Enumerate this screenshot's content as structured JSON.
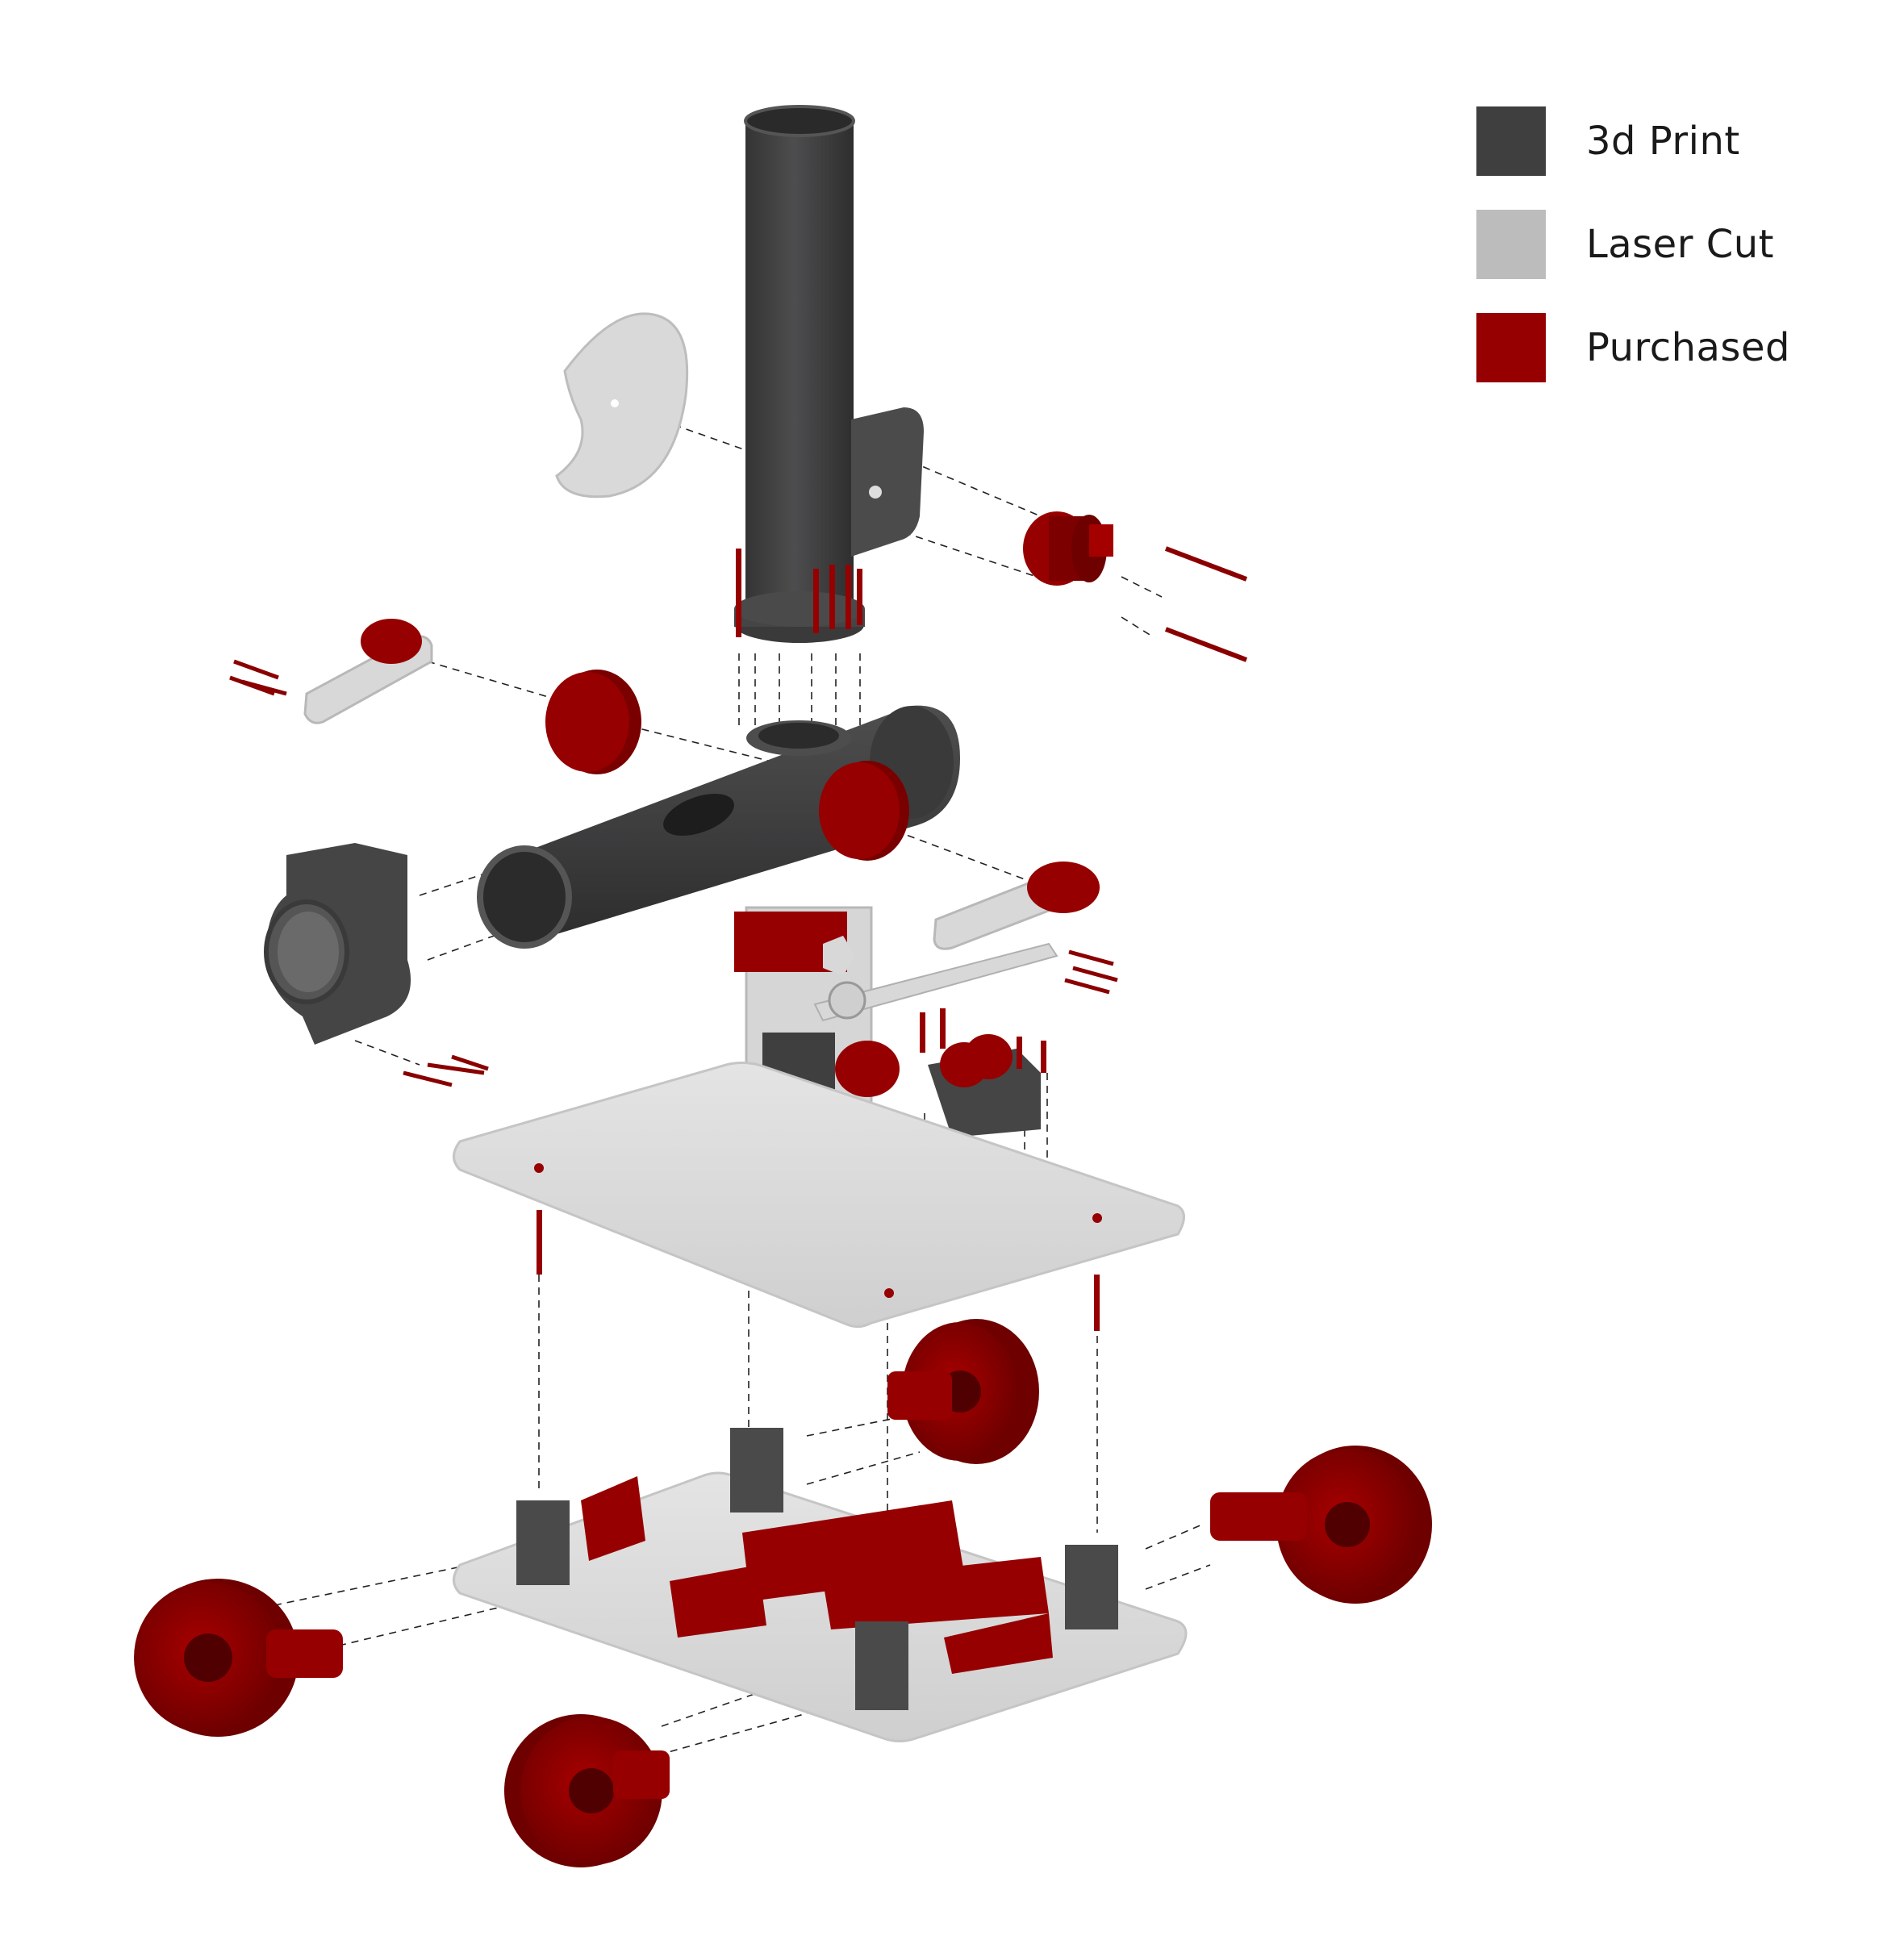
{
  "legend": [
    {
      "label": "3d Print",
      "color": "#3f3f40"
    },
    {
      "label": "Laser Cut",
      "color": "#bcbcbc"
    },
    {
      "label": "Purchased",
      "color": "#960000"
    }
  ],
  "colors": {
    "print": "#3f3f40",
    "print_light": "#5a5a5b",
    "laser": "#d6d6d6",
    "laser_edge": "#b5b5b5",
    "purchased": "#960000",
    "purchased_dark": "#6e0000",
    "leader": "#222222"
  }
}
